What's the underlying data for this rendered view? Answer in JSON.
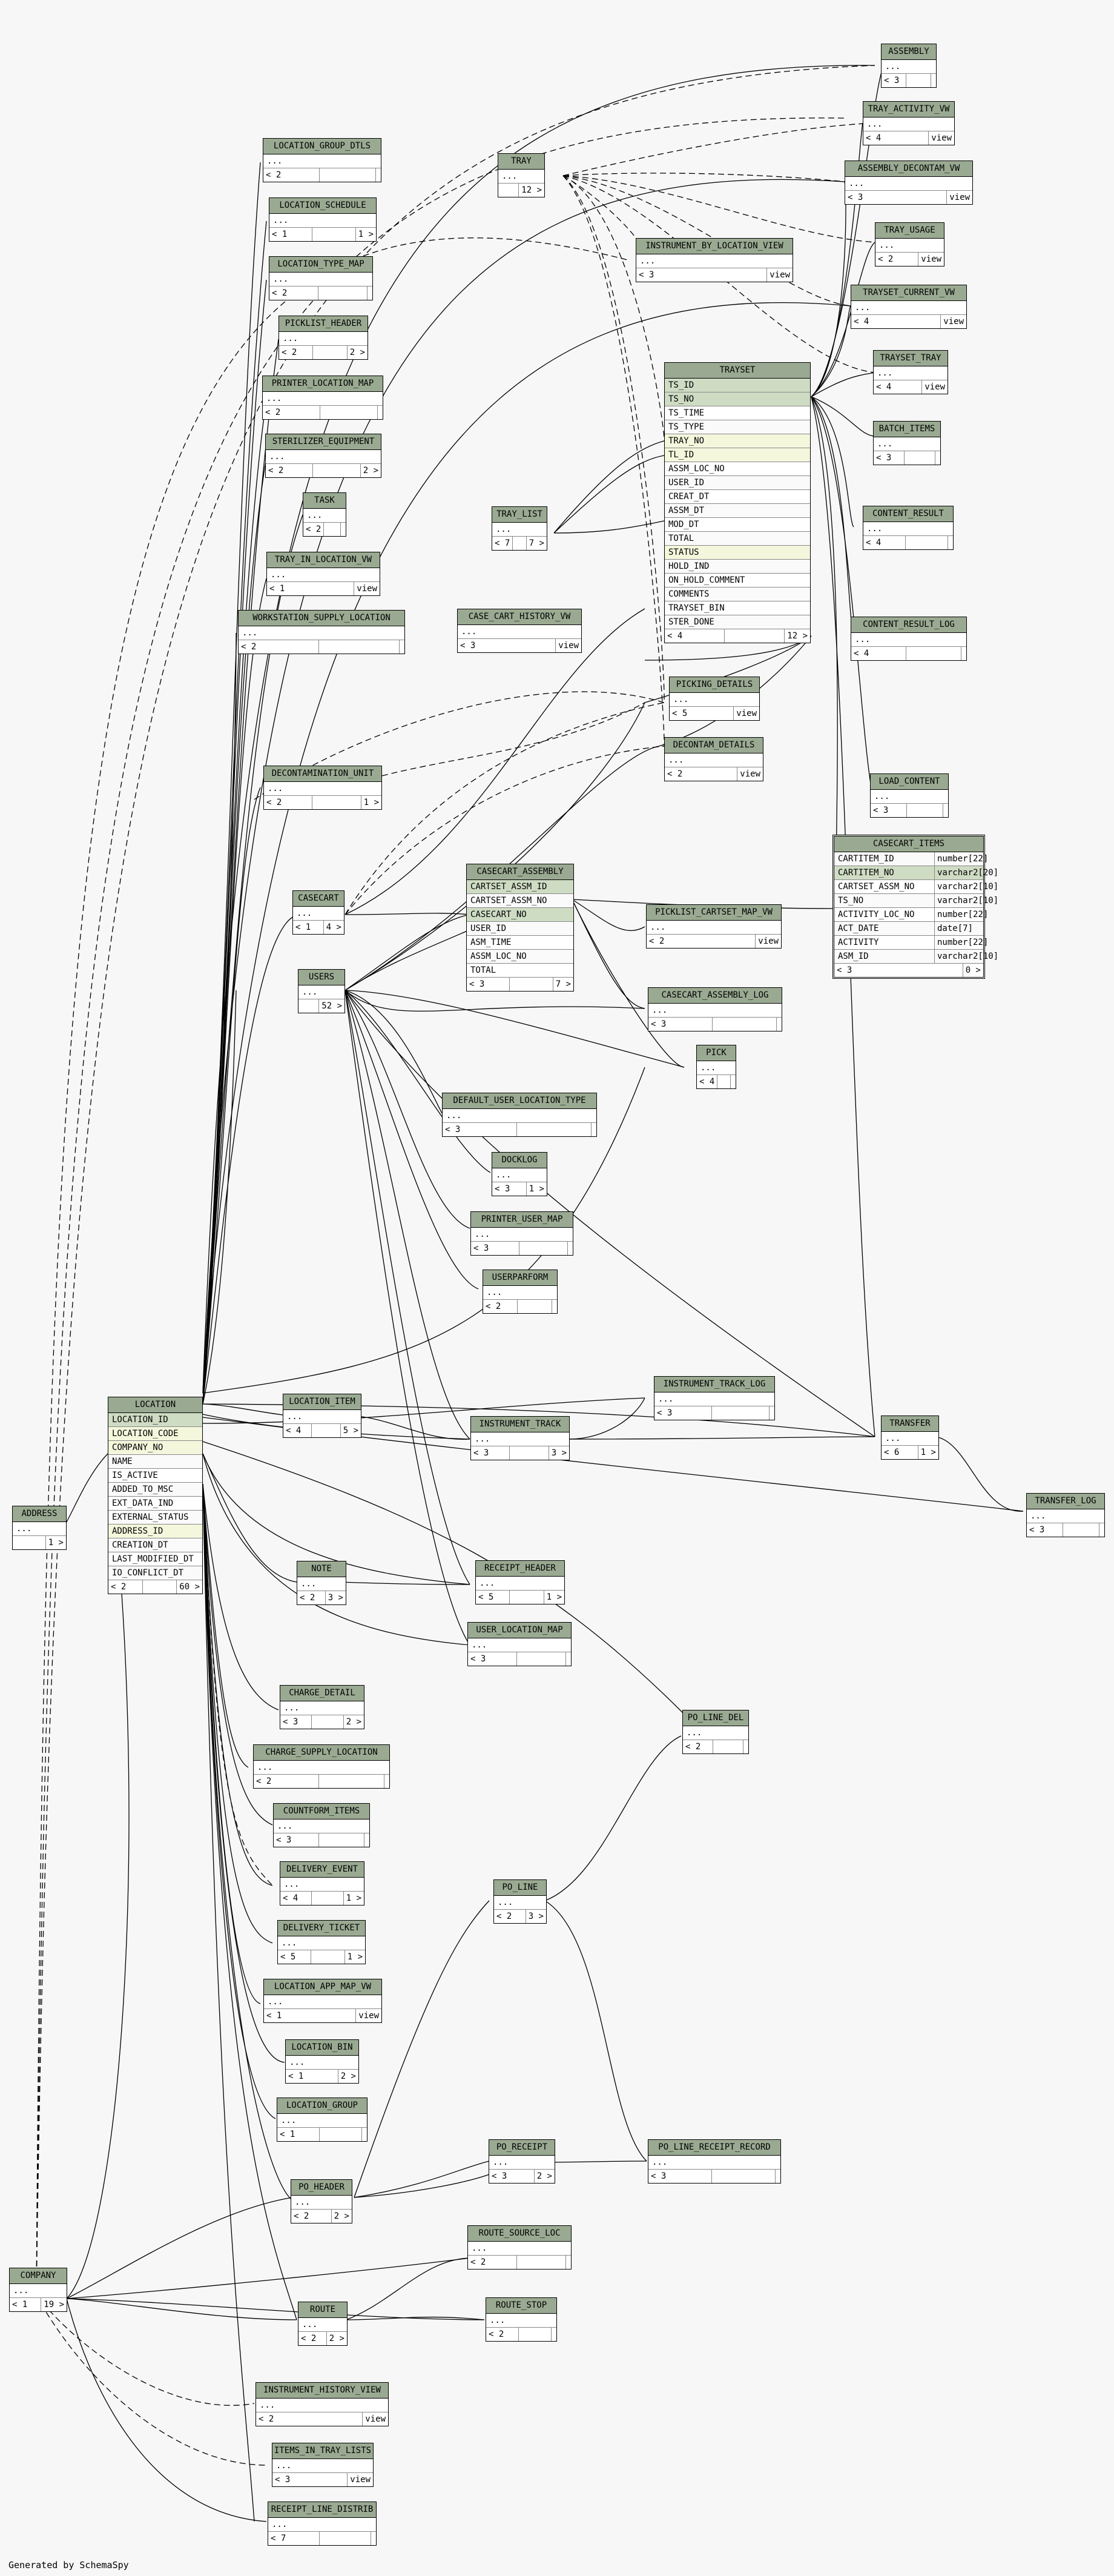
{
  "footer": "Generated by SchemaSpy",
  "colors": {
    "header": "#9aaa92",
    "pk_row": "#cfdcc4",
    "fk_row": "#f4f7dc",
    "background": "#f7f7f7"
  },
  "tables": [
    {
      "id": "ASSEMBLY",
      "name": "ASSEMBLY",
      "rows": [
        "..."
      ],
      "footer": [
        "< 3",
        "",
        ""
      ]
    },
    {
      "id": "TRAY_ACTIVITY_VW",
      "name": "TRAY_ACTIVITY_VW",
      "rows": [
        "..."
      ],
      "footer": [
        "< 4",
        "view"
      ]
    },
    {
      "id": "ASSEMBLY_DECONTAM_VW",
      "name": "ASSEMBLY_DECONTAM_VW",
      "rows": [
        "..."
      ],
      "footer": [
        "< 3",
        "view"
      ]
    },
    {
      "id": "LOCATION_GROUP_DTLS",
      "name": "LOCATION_GROUP_DTLS",
      "rows": [
        "..."
      ],
      "footer": [
        "< 2",
        "",
        ""
      ]
    },
    {
      "id": "TRAY",
      "name": "TRAY",
      "rows": [
        "..."
      ],
      "footer": [
        "",
        "12 >"
      ]
    },
    {
      "id": "INSTRUMENT_BY_LOCATION_VIEW",
      "name": "INSTRUMENT_BY_LOCATION_VIEW",
      "rows": [
        "..."
      ],
      "footer": [
        "< 3",
        "view"
      ]
    },
    {
      "id": "TRAY_USAGE",
      "name": "TRAY_USAGE",
      "rows": [
        "..."
      ],
      "footer": [
        "< 2",
        "view"
      ]
    },
    {
      "id": "LOCATION_SCHEDULE",
      "name": "LOCATION_SCHEDULE",
      "rows": [
        "..."
      ],
      "footer": [
        "< 1",
        "",
        "1 >"
      ]
    },
    {
      "id": "TRAYSET_CURRENT_VW",
      "name": "TRAYSET_CURRENT_VW",
      "rows": [
        "..."
      ],
      "footer": [
        "< 4",
        "view"
      ]
    },
    {
      "id": "LOCATION_TYPE_MAP",
      "name": "LOCATION_TYPE_MAP",
      "rows": [
        "..."
      ],
      "footer": [
        "< 2",
        "",
        ""
      ]
    },
    {
      "id": "PICKLIST_HEADER",
      "name": "PICKLIST_HEADER",
      "rows": [
        "..."
      ],
      "footer": [
        "< 2",
        "",
        "2 >"
      ]
    },
    {
      "id": "TRAYSET_TRAY",
      "name": "TRAYSET_TRAY",
      "rows": [
        "..."
      ],
      "footer": [
        "< 4",
        "view"
      ]
    },
    {
      "id": "PRINTER_LOCATION_MAP",
      "name": "PRINTER_LOCATION_MAP",
      "rows": [
        "..."
      ],
      "footer": [
        "< 2",
        "",
        ""
      ]
    },
    {
      "id": "BATCH_ITEMS",
      "name": "BATCH_ITEMS",
      "rows": [
        "..."
      ],
      "footer": [
        "< 3",
        "",
        ""
      ]
    },
    {
      "id": "STERILIZER_EQUIPMENT",
      "name": "STERILIZER_EQUIPMENT",
      "rows": [
        "..."
      ],
      "footer": [
        "< 2",
        "",
        "2 >"
      ]
    },
    {
      "id": "TASK",
      "name": "TASK",
      "rows": [
        "..."
      ],
      "footer": [
        "< 2",
        "",
        ""
      ]
    },
    {
      "id": "TRAY_LIST",
      "name": "TRAY_LIST",
      "rows": [
        "..."
      ],
      "footer": [
        "< 7",
        "",
        "7 >"
      ]
    },
    {
      "id": "CONTENT_RESULT",
      "name": "CONTENT_RESULT",
      "rows": [
        "..."
      ],
      "footer": [
        "< 4",
        "",
        ""
      ]
    },
    {
      "id": "TRAY_IN_LOCATION_VW",
      "name": "TRAY_IN_LOCATION_VW",
      "rows": [
        "..."
      ],
      "footer": [
        "< 1",
        "view"
      ]
    },
    {
      "id": "WORKSTATION_SUPPLY_LOCATION",
      "name": "WORKSTATION_SUPPLY_LOCATION",
      "rows": [
        "..."
      ],
      "footer": [
        "< 2",
        "",
        ""
      ]
    },
    {
      "id": "CASE_CART_HISTORY_VW",
      "name": "CASE_CART_HISTORY_VW",
      "rows": [
        "..."
      ],
      "footer": [
        "< 3",
        "view"
      ]
    },
    {
      "id": "CONTENT_RESULT_LOG",
      "name": "CONTENT_RESULT_LOG",
      "rows": [
        "..."
      ],
      "footer": [
        "< 4",
        "",
        ""
      ]
    },
    {
      "id": "PICKING_DETAILS",
      "name": "PICKING_DETAILS",
      "rows": [
        "..."
      ],
      "footer": [
        "< 5",
        "view"
      ]
    },
    {
      "id": "DECONTAM_DETAILS",
      "name": "DECONTAM_DETAILS",
      "rows": [
        "..."
      ],
      "footer": [
        "< 2",
        "view"
      ]
    },
    {
      "id": "DECONTAMINATION_UNIT",
      "name": "DECONTAMINATION_UNIT",
      "rows": [
        "..."
      ],
      "footer": [
        "< 2",
        "",
        "1 >"
      ]
    },
    {
      "id": "LOAD_CONTENT",
      "name": "LOAD_CONTENT",
      "rows": [
        "..."
      ],
      "footer": [
        "< 3",
        "",
        ""
      ]
    },
    {
      "id": "CASECART",
      "name": "CASECART",
      "rows": [
        "..."
      ],
      "footer": [
        "< 1",
        "4 >"
      ]
    },
    {
      "id": "PICKLIST_CARTSET_MAP_VW",
      "name": "PICKLIST_CARTSET_MAP_VW",
      "rows": [
        "..."
      ],
      "footer": [
        "< 2",
        "view"
      ]
    },
    {
      "id": "USERS",
      "name": "USERS",
      "rows": [
        "..."
      ],
      "footer": [
        "",
        "52 >"
      ]
    },
    {
      "id": "CASECART_ASSEMBLY_LOG",
      "name": "CASECART_ASSEMBLY_LOG",
      "rows": [
        "..."
      ],
      "footer": [
        "< 3",
        "",
        ""
      ]
    },
    {
      "id": "PICK",
      "name": "PICK",
      "rows": [
        "..."
      ],
      "footer": [
        "< 4",
        "",
        ""
      ]
    },
    {
      "id": "DEFAULT_USER_LOCATION_TYPE",
      "name": "DEFAULT_USER_LOCATION_TYPE",
      "rows": [
        "..."
      ],
      "footer": [
        "< 3",
        "",
        ""
      ]
    },
    {
      "id": "DOCKLOG",
      "name": "DOCKLOG",
      "rows": [
        "..."
      ],
      "footer": [
        "< 3",
        "1 >"
      ]
    },
    {
      "id": "PRINTER_USER_MAP",
      "name": "PRINTER_USER_MAP",
      "rows": [
        "..."
      ],
      "footer": [
        "< 3",
        "",
        ""
      ]
    },
    {
      "id": "USERPARFORM",
      "name": "USERPARFORM",
      "rows": [
        "..."
      ],
      "footer": [
        "< 2",
        "",
        ""
      ]
    },
    {
      "id": "INSTRUMENT_TRACK_LOG",
      "name": "INSTRUMENT_TRACK_LOG",
      "rows": [
        "..."
      ],
      "footer": [
        "< 3",
        "",
        ""
      ]
    },
    {
      "id": "LOCATION_ITEM",
      "name": "LOCATION_ITEM",
      "rows": [
        "..."
      ],
      "footer": [
        "< 4",
        "",
        "5 >"
      ]
    },
    {
      "id": "INSTRUMENT_TRACK",
      "name": "INSTRUMENT_TRACK",
      "rows": [
        "..."
      ],
      "footer": [
        "< 3",
        "",
        "3 >"
      ]
    },
    {
      "id": "TRANSFER",
      "name": "TRANSFER",
      "rows": [
        "..."
      ],
      "footer": [
        "< 6",
        "1 >"
      ]
    },
    {
      "id": "ADDRESS",
      "name": "ADDRESS",
      "rows": [
        "..."
      ],
      "footer": [
        "",
        "1 >"
      ]
    },
    {
      "id": "TRANSFER_LOG",
      "name": "TRANSFER_LOG",
      "rows": [
        "..."
      ],
      "footer": [
        "< 3",
        "",
        ""
      ]
    },
    {
      "id": "NOTE",
      "name": "NOTE",
      "rows": [
        "..."
      ],
      "footer": [
        "< 2",
        "3 >"
      ]
    },
    {
      "id": "RECEIPT_HEADER",
      "name": "RECEIPT_HEADER",
      "rows": [
        "..."
      ],
      "footer": [
        "< 5",
        "",
        "1 >"
      ]
    },
    {
      "id": "USER_LOCATION_MAP",
      "name": "USER_LOCATION_MAP",
      "rows": [
        "..."
      ],
      "footer": [
        "< 3",
        "",
        ""
      ]
    },
    {
      "id": "CHARGE_DETAIL",
      "name": "CHARGE_DETAIL",
      "rows": [
        "..."
      ],
      "footer": [
        "< 3",
        "",
        "2 >"
      ]
    },
    {
      "id": "PO_LINE_DEL",
      "name": "PO_LINE_DEL",
      "rows": [
        "..."
      ],
      "footer": [
        "< 2",
        "",
        ""
      ]
    },
    {
      "id": "CHARGE_SUPPLY_LOCATION",
      "name": "CHARGE_SUPPLY_LOCATION",
      "rows": [
        "..."
      ],
      "footer": [
        "< 2",
        "",
        ""
      ]
    },
    {
      "id": "COUNTFORM_ITEMS",
      "name": "COUNTFORM_ITEMS",
      "rows": [
        "..."
      ],
      "footer": [
        "< 3",
        "",
        ""
      ]
    },
    {
      "id": "DELIVERY_EVENT",
      "name": "DELIVERY_EVENT",
      "rows": [
        "..."
      ],
      "footer": [
        "< 4",
        "",
        "1 >"
      ]
    },
    {
      "id": "PO_LINE",
      "name": "PO_LINE",
      "rows": [
        "..."
      ],
      "footer": [
        "< 2",
        "3 >"
      ]
    },
    {
      "id": "DELIVERY_TICKET",
      "name": "DELIVERY_TICKET",
      "rows": [
        "..."
      ],
      "footer": [
        "< 5",
        "",
        "1 >"
      ]
    },
    {
      "id": "LOCATION_APP_MAP_VW",
      "name": "LOCATION_APP_MAP_VW",
      "rows": [
        "..."
      ],
      "footer": [
        "< 1",
        "view"
      ]
    },
    {
      "id": "LOCATION_BIN",
      "name": "LOCATION_BIN",
      "rows": [
        "..."
      ],
      "footer": [
        "< 1",
        "2 >"
      ]
    },
    {
      "id": "LOCATION_GROUP",
      "name": "LOCATION_GROUP",
      "rows": [
        "..."
      ],
      "footer": [
        "< 1",
        "",
        ""
      ]
    },
    {
      "id": "PO_RECEIPT",
      "name": "PO_RECEIPT",
      "rows": [
        "..."
      ],
      "footer": [
        "< 3",
        "2 >"
      ]
    },
    {
      "id": "PO_LINE_RECEIPT_RECORD",
      "name": "PO_LINE_RECEIPT_RECORD",
      "rows": [
        "..."
      ],
      "footer": [
        "< 3",
        "",
        ""
      ]
    },
    {
      "id": "PO_HEADER",
      "name": "PO_HEADER",
      "rows": [
        "..."
      ],
      "footer": [
        "< 2",
        "2 >"
      ]
    },
    {
      "id": "ROUTE_SOURCE_LOC",
      "name": "ROUTE_SOURCE_LOC",
      "rows": [
        "..."
      ],
      "footer": [
        "< 2",
        "",
        ""
      ]
    },
    {
      "id": "COMPANY",
      "name": "COMPANY",
      "rows": [
        "..."
      ],
      "footer": [
        "< 1",
        "19 >"
      ]
    },
    {
      "id": "ROUTE_STOP",
      "name": "ROUTE_STOP",
      "rows": [
        "..."
      ],
      "footer": [
        "< 2",
        "",
        ""
      ]
    },
    {
      "id": "ROUTE",
      "name": "ROUTE",
      "rows": [
        "..."
      ],
      "footer": [
        "< 2",
        "2 >"
      ]
    },
    {
      "id": "INSTRUMENT_HISTORY_VIEW",
      "name": "INSTRUMENT_HISTORY_VIEW",
      "rows": [
        "..."
      ],
      "footer": [
        "< 2",
        "view"
      ]
    },
    {
      "id": "ITEMS_IN_TRAY_LISTS",
      "name": "ITEMS_IN_TRAY_LISTS",
      "rows": [
        "..."
      ],
      "footer": [
        "< 3",
        "view"
      ]
    },
    {
      "id": "RECEIPT_LINE_DISTRIB",
      "name": "RECEIPT_LINE_DISTRIB",
      "rows": [
        "..."
      ],
      "footer": [
        "< 7",
        "",
        ""
      ]
    }
  ],
  "trayset": {
    "name": "TRAYSET",
    "rows": [
      "TS_ID",
      "TS_NO",
      "TS_TIME",
      "TS_TYPE",
      "TRAY_NO",
      "TL_ID",
      "ASSM_LOC_NO",
      "USER_ID",
      "CREAT_DT",
      "ASSM_DT",
      "MOD_DT",
      "TOTAL",
      "STATUS",
      "HOLD_IND",
      "ON_HOLD_COMMENT",
      "COMMENTS",
      "TRAYSET_BIN",
      "STER_DONE"
    ],
    "footer": [
      "< 4",
      "",
      "12 >"
    ]
  },
  "location": {
    "name": "LOCATION",
    "rows": [
      "LOCATION_ID",
      "LOCATION_CODE",
      "COMPANY_NO",
      "NAME",
      "IS_ACTIVE",
      "ADDED_TO_MSC",
      "EXT_DATA_IND",
      "EXTERNAL_STATUS",
      "ADDRESS_ID",
      "CREATION_DT",
      "LAST_MODIFIED_DT",
      "IO_CONFLICT_DT"
    ],
    "footer": [
      "< 2",
      "",
      "60 >"
    ]
  },
  "casecart_assembly": {
    "name": "CASECART_ASSEMBLY",
    "rows": [
      "CARTSET_ASSM_ID",
      "CARTSET_ASSM_NO",
      "CASECART_NO",
      "USER_ID",
      "ASM_TIME",
      "ASSM_LOC_NO",
      "TOTAL"
    ],
    "footer": [
      "< 3",
      "",
      "7 >"
    ]
  },
  "casecart_items": {
    "name": "CASECART_ITEMS",
    "rows": [
      {
        "col": "CARTITEM_ID",
        "type": "number[22]"
      },
      {
        "col": "CARTITEM_NO",
        "type": "varchar2[20]"
      },
      {
        "col": "CARTSET_ASSM_NO",
        "type": "varchar2[10]"
      },
      {
        "col": "TS_NO",
        "type": "varchar2[10]"
      },
      {
        "col": "ACTIVITY_LOC_NO",
        "type": "number[22]"
      },
      {
        "col": "ACT_DATE",
        "type": "date[7]"
      },
      {
        "col": "ACTIVITY",
        "type": "number[22]"
      },
      {
        "col": "ASM_ID",
        "type": "varchar2[10]"
      }
    ],
    "footer": [
      "< 3",
      "0 >"
    ]
  }
}
